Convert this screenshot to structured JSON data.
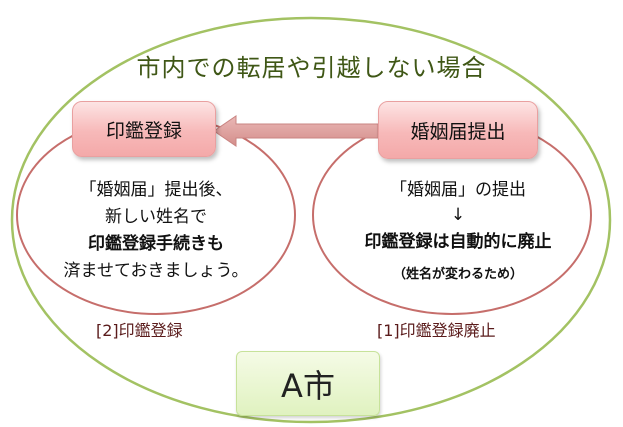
{
  "title": "市内での転居や引越しない場合",
  "left_box": {
    "label": "印鑑登録",
    "line1": "「婚姻届」提出後、",
    "line2": "新しい姓名で",
    "line3": "印鑑登録手続きも",
    "line4": "済ませておきましょう。",
    "caption": "[2]印鑑登録"
  },
  "right_box": {
    "label": "婚姻届提出",
    "line1": "「婚姻届」の提出",
    "arrow": "↓",
    "line2": "印鑑登録は自動的に廃止",
    "note": "（姓名が変わるため）",
    "caption": "[1]印鑑登録廃止"
  },
  "city_label": "A市",
  "colors": {
    "outer_ellipse": "#9bbb59",
    "inner_ellipse": "#c0504d",
    "arrow": "#d99694",
    "title": "#3f5716"
  }
}
